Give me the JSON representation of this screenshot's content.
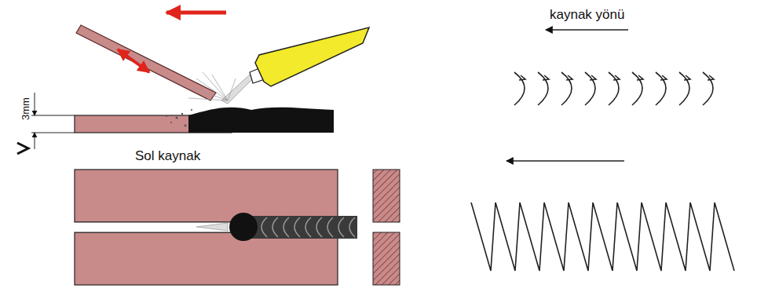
{
  "diagram": {
    "labels": [
      "3mm",
      "Sol kaynak",
      "kaynak yönü"
    ]
  }
}
